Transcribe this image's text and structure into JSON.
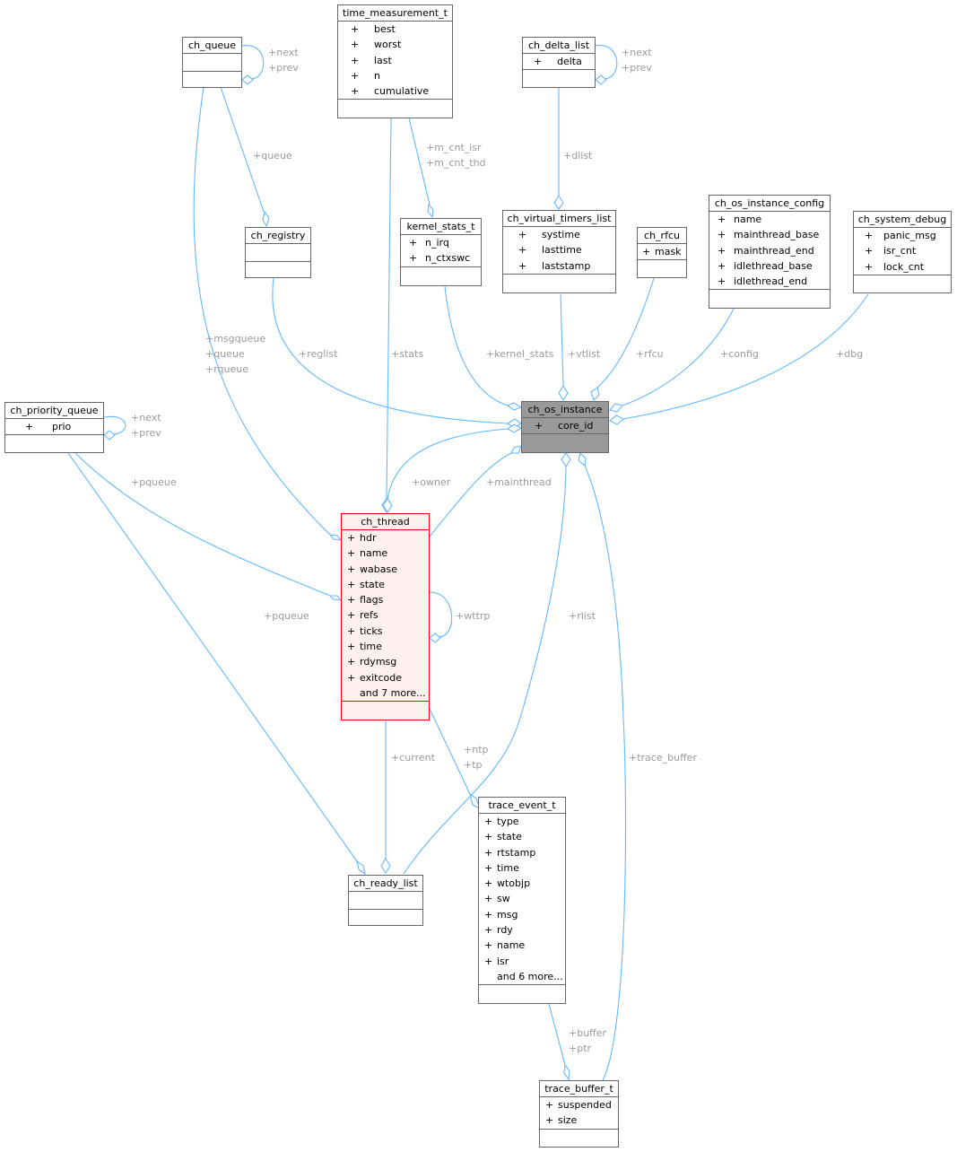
{
  "colors": {
    "edge": "#63b8ff",
    "main_fill": "#999999",
    "highlight_border": "#ff0000",
    "highlight_fill": "#fff0f0",
    "label": "#9a9a9a"
  },
  "classes": {
    "ch_queue": {
      "title": "ch_queue"
    },
    "time_measurement_t": {
      "title": "time_measurement_t",
      "attrs": [
        "best",
        "worst",
        "last",
        "n",
        "cumulative"
      ]
    },
    "ch_delta_list": {
      "title": "ch_delta_list",
      "attrs": [
        "delta"
      ]
    },
    "ch_registry": {
      "title": "ch_registry"
    },
    "kernel_stats_t": {
      "title": "kernel_stats_t",
      "attrs": [
        "n_irq",
        "n_ctxswc"
      ]
    },
    "ch_virtual_timers_list": {
      "title": "ch_virtual_timers_list",
      "attrs": [
        "systime",
        "lasttime",
        "laststamp"
      ]
    },
    "ch_rfcu": {
      "title": "ch_rfcu",
      "attrs": [
        "mask"
      ]
    },
    "ch_os_instance_config": {
      "title": "ch_os_instance_config",
      "attrs": [
        "name",
        "mainthread_base",
        "mainthread_end",
        "idlethread_base",
        "idlethread_end"
      ]
    },
    "ch_system_debug": {
      "title": "ch_system_debug",
      "attrs": [
        "panic_msg",
        "isr_cnt",
        "lock_cnt"
      ]
    },
    "ch_priority_queue": {
      "title": "ch_priority_queue",
      "attrs": [
        "prio"
      ]
    },
    "ch_os_instance": {
      "title": "ch_os_instance",
      "attrs": [
        "core_id"
      ]
    },
    "ch_thread": {
      "title": "ch_thread",
      "attrs": [
        "hdr",
        "name",
        "wabase",
        "state",
        "flags",
        "refs",
        "ticks",
        "time",
        "rdymsg",
        "exitcode"
      ],
      "more": "and 7 more..."
    },
    "trace_event_t": {
      "title": "trace_event_t",
      "attrs": [
        "type",
        "state",
        "rtstamp",
        "time",
        "wtobjp",
        "sw",
        "msg",
        "rdy",
        "name",
        "isr"
      ],
      "more": "and 6 more..."
    },
    "ch_ready_list": {
      "title": "ch_ready_list"
    },
    "trace_buffer_t": {
      "title": "trace_buffer_t",
      "attrs": [
        "suspended",
        "size"
      ]
    }
  },
  "plus_sign": "+",
  "labels": {
    "queue_next": "+next",
    "queue_prev": "+prev",
    "delta_next": "+next",
    "delta_prev": "+prev",
    "m_cnt_isr": "+m_cnt_isr",
    "m_cnt_thd": "+m_cnt_thd",
    "queue": "+queue",
    "dlist": "+dlist",
    "msgqueue": "+msgqueue",
    "queue2": "+queue",
    "rqueue": "+rqueue",
    "reglist": "+reglist",
    "stats": "+stats",
    "kernel_stats": "+kernel_stats",
    "vtlist": "+vtlist",
    "rfcu": "+rfcu",
    "config": "+config",
    "dbg": "+dbg",
    "pq_next": "+next",
    "pq_prev": "+prev",
    "pqueue1": "+pqueue",
    "owner": "+owner",
    "mainthread": "+mainthread",
    "pqueue2": "+pqueue",
    "wttrp": "+wttrp",
    "rlist": "+rlist",
    "current": "+current",
    "ntp": "+ntp",
    "tp": "+tp",
    "trace_buffer": "+trace_buffer",
    "buffer": "+buffer",
    "ptr": "+ptr"
  }
}
